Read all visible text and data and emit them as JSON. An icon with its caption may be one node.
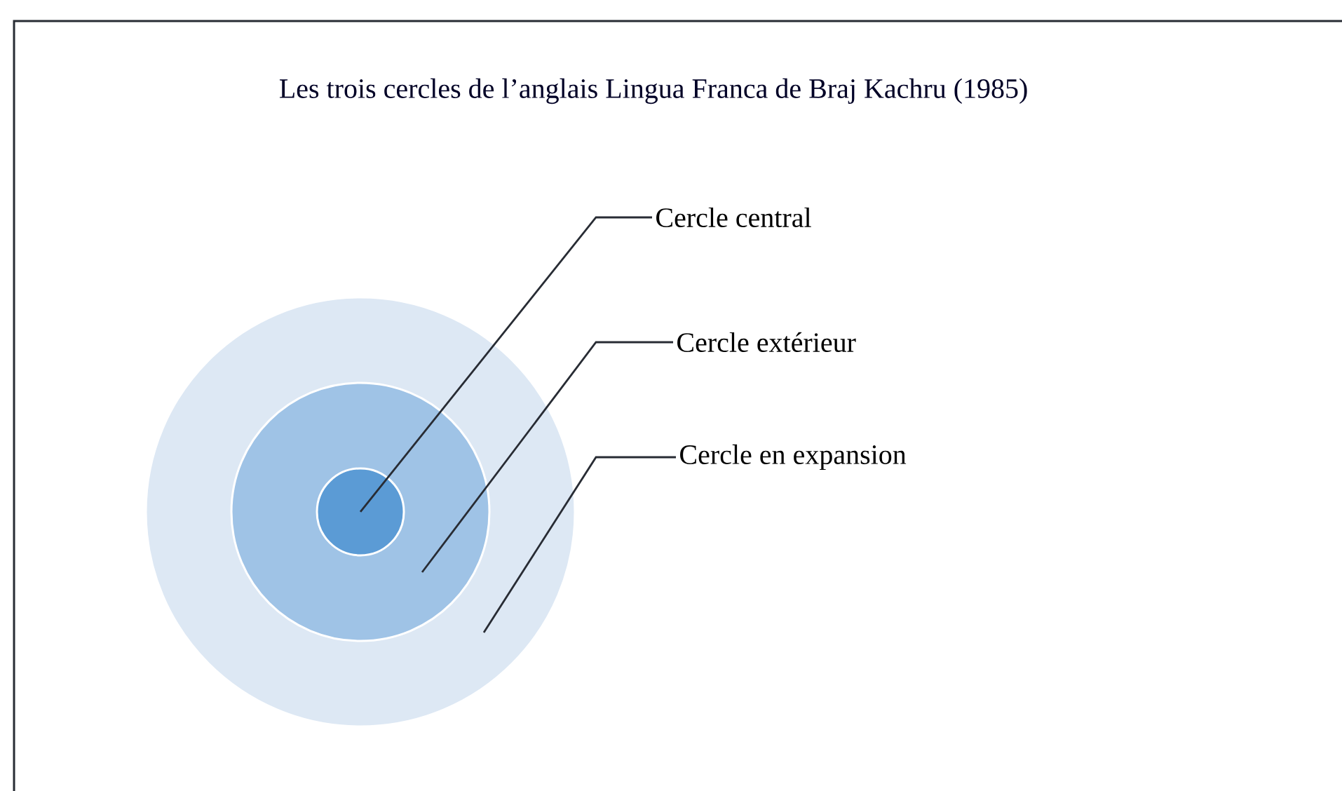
{
  "diagram": {
    "title": "Les trois cercles de l’anglais Lingua Franca de Braj Kachru (1985)",
    "nodes": [
      {
        "text": [],
        "shape": "circle"
      },
      {
        "text": [],
        "shape": "circle",
        "in": 0
      },
      {
        "text": [],
        "shape": "circle",
        "in": 1
      },
      {
        "text": [
          "Cercle central"
        ]
      },
      {
        "text": [
          "Cercle extérieur"
        ]
      },
      {
        "text": [
          "Cercle en expansion"
        ]
      }
    ],
    "edges": [
      {
        "from": 3,
        "to": 2,
        "arrow": "none"
      },
      {
        "from": 4,
        "to": 1,
        "arrow": "none"
      },
      {
        "from": 5,
        "to": 0,
        "arrow": "none"
      }
    ]
  }
}
